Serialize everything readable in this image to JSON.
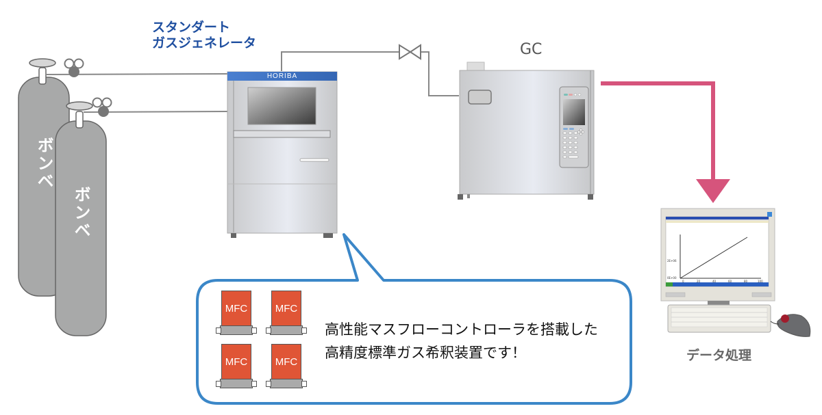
{
  "diagram": {
    "generator_label_line1": "スタンダート",
    "generator_label_line2": "ガスジェネレータ",
    "generator_brand": "HORIBA",
    "gc_label": "GC",
    "data_processing_label": "データ処理",
    "cylinder_label": "ボンベ",
    "cylinders": [
      {
        "label": "ボンベ"
      },
      {
        "label": "ボンベ"
      }
    ],
    "callout": {
      "line1": "高性能マスフローコントローラを搭載した",
      "line2": "高精度標準ガス希釈装置です！",
      "mfc_units": [
        {
          "label": "MFC"
        },
        {
          "label": "MFC"
        },
        {
          "label": "MFC"
        },
        {
          "label": "MFC"
        }
      ]
    },
    "monitor_chart": {
      "x_ticks": [
        "0",
        "20",
        "40",
        "60",
        "80",
        "100"
      ],
      "y_ticks": [
        "0E+00",
        "2E+06"
      ]
    },
    "colors": {
      "title_blue": "#1f4fa0",
      "arrow_pink": "#d6547c",
      "callout_border": "#3b87c8",
      "mfc_red": "#e05536",
      "cylinder_gray": "#a8a9a9",
      "horiba_blue": "#3e72c0"
    }
  }
}
